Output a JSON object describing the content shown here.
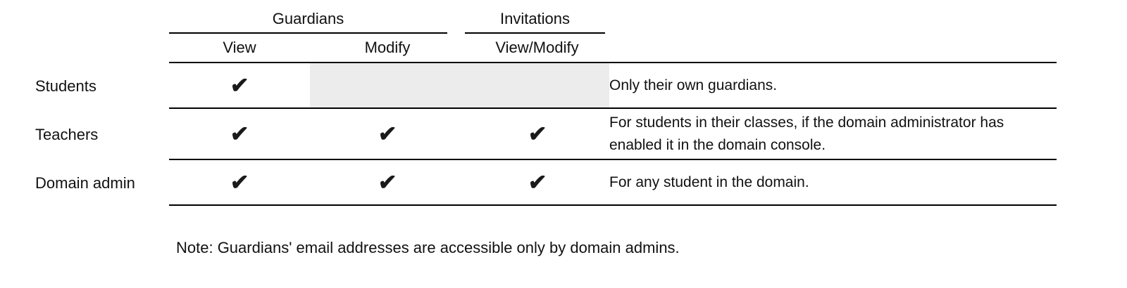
{
  "table": {
    "column_groups": [
      {
        "label": "Guardians",
        "columns": [
          "View",
          "Modify"
        ]
      },
      {
        "label": "Invitations",
        "columns": [
          "View/Modify"
        ]
      }
    ],
    "check_glyph": "✔",
    "rows": [
      {
        "label": "Students",
        "cells": [
          "✔",
          "",
          ""
        ],
        "shaded": true,
        "note": "Only their own guardians."
      },
      {
        "label": "Teachers",
        "cells": [
          "✔",
          "✔",
          "✔"
        ],
        "shaded": false,
        "note": "For students in their classes, if the domain administrator has enabled it in the domain console."
      },
      {
        "label": "Domain admin",
        "cells": [
          "✔",
          "✔",
          "✔"
        ],
        "shaded": false,
        "note": "For any student in the domain."
      }
    ]
  },
  "footnote": "Note: Guardians' email addresses are accessible only by domain admins."
}
